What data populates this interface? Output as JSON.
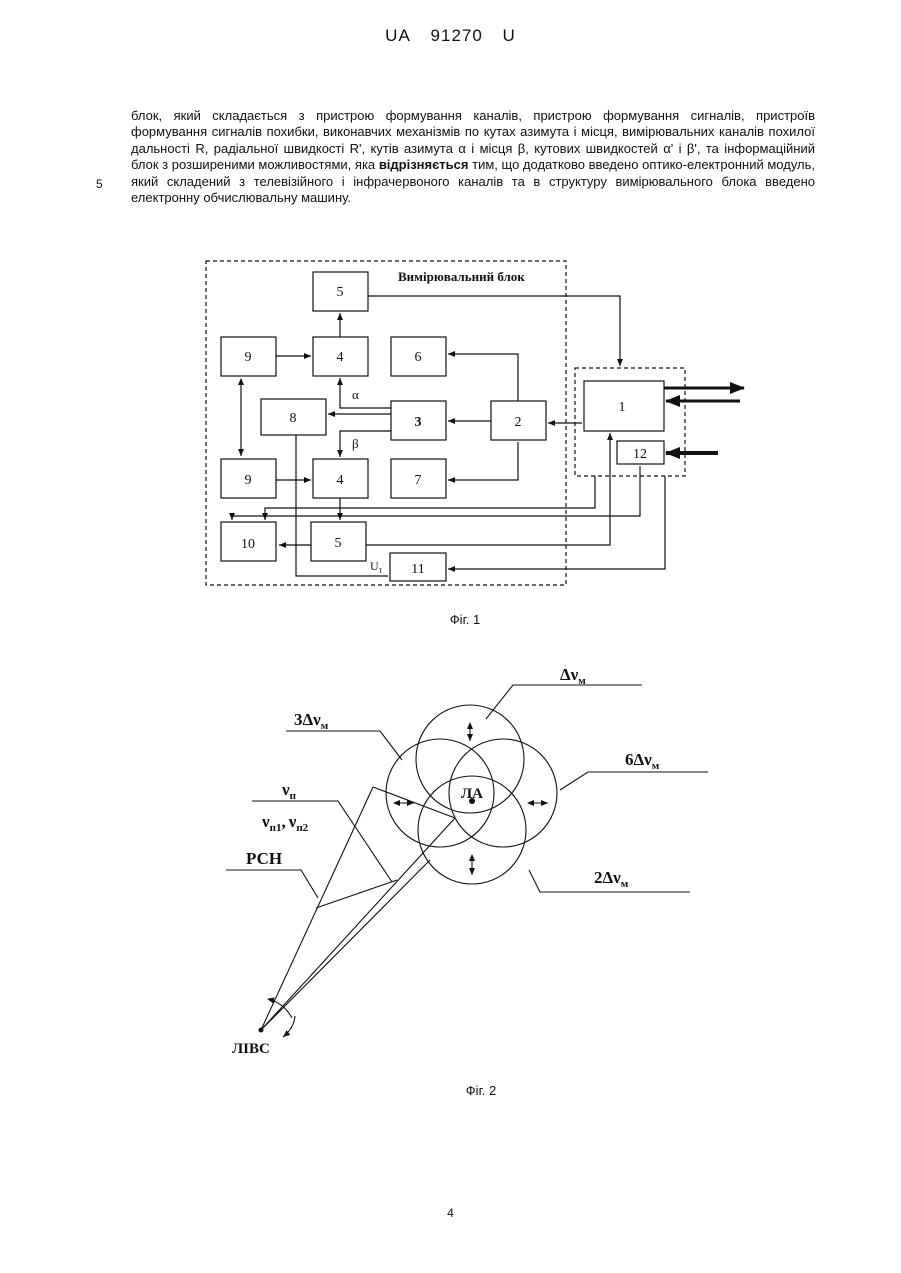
{
  "header": {
    "country": "UA",
    "number": "91270",
    "kind": "U"
  },
  "text": {
    "line_number": "5",
    "part1": "блок, який складається з пристрою формування каналів, пристрою формування сигналів, пристроїв формування сигналів похибки, виконавчих механізмів по кутах азимута і місця, вимірювальних каналів похилої дальності R, радіальної швидкості R', кутів азимута α і місця β, кутових швидкостей α' і β', та інформаційний блок з розширеними можливостями, яка",
    "bold": "відрізняється",
    "part2": "тим, що додатково введено оптико-електронний модуль, який складений з телевізійного і інфрачервоного каналів та в структуру вимірювального блока введено електронну обчислювальну машину."
  },
  "fig1": {
    "block_title": "Вимірювальний блок",
    "labels": {
      "b5top": "5",
      "b9top": "9",
      "b4top": "4",
      "b6": "6",
      "b8": "8",
      "b3": "3",
      "b2": "2",
      "b1": "1",
      "b12": "12",
      "b9bot": "9",
      "b4bot": "4",
      "b7": "7",
      "b10": "10",
      "b5bot": "5",
      "b11": "11"
    },
    "alpha": "α",
    "beta": "β",
    "utau": "U",
    "utau_sub": "τ",
    "caption": "Фіг. 1"
  },
  "fig2": {
    "dv": "Δν",
    "dv_sub": "м",
    "three_dv": "3Δν",
    "six_dv": "6Δν",
    "two_dv": "2Δν",
    "nu_p": "ν",
    "nu_p_sub": "п",
    "nu_p1": "ν",
    "nu_p1_sub": "п1",
    "comma": ",",
    "nu_p2": "ν",
    "nu_p2_sub": "п2",
    "rsn": "РСН",
    "la": "ЛА",
    "livs": "ЛІВС",
    "caption": "Фіг. 2"
  },
  "page_number": "4"
}
